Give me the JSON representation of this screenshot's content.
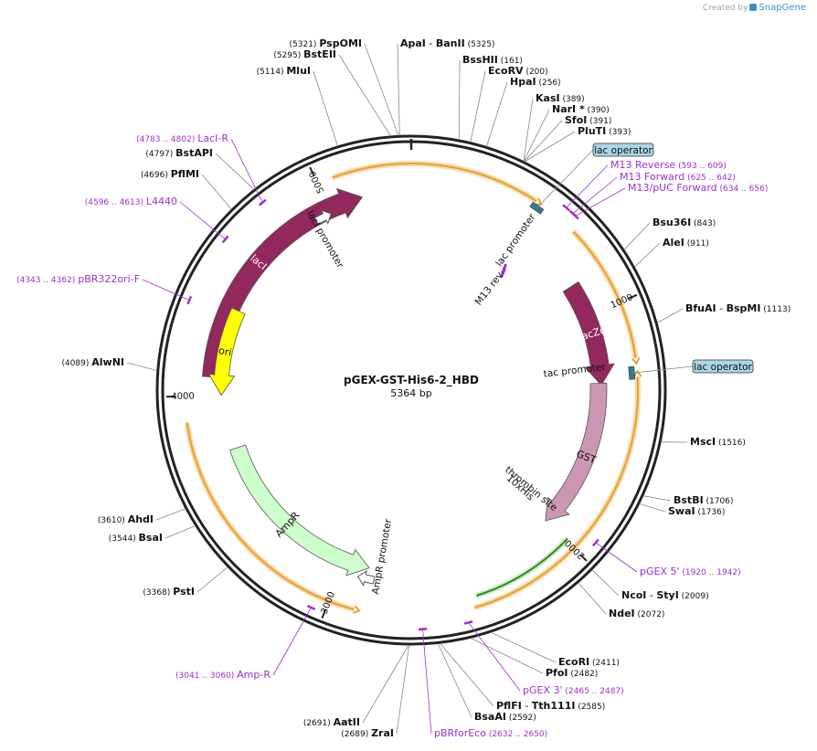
{
  "plasmid": {
    "name": "pGEX-GST-His6-2_HBD",
    "length_label": "5364 bp",
    "total_bp": 5364
  },
  "watermark": {
    "created_by": "Created by",
    "brand": "SnapGene"
  },
  "colors": {
    "backbone": "#222222",
    "lacI": "#93285e",
    "lacZa": "#93285e",
    "gst": "#cc97b3",
    "amp": "#ccffcc",
    "ori": "#ffff00",
    "primer": "#9b30d0",
    "feature_text": "#9b30d0",
    "orange": "#e8a030",
    "green": "#2c8c1e",
    "lac_operator_fill": "#a9d6e5"
  },
  "ticks": [
    {
      "bp": 1000,
      "label": "1000"
    },
    {
      "bp": 2000,
      "label": "2000"
    },
    {
      "bp": 3000,
      "label": "3000"
    },
    {
      "bp": 4000,
      "label": "4000"
    },
    {
      "bp": 5000,
      "label": "5000"
    }
  ],
  "features": [
    {
      "name": "lacI",
      "start": 4079,
      "end": 5152,
      "dir": 1,
      "color": "#93285e",
      "label": "lacI"
    },
    {
      "name": "lacZa",
      "start": 850,
      "end": 1320,
      "dir": 1,
      "color": "#93285e",
      "label": "lacZα"
    },
    {
      "name": "GST",
      "start": 1310,
      "end": 2000,
      "dir": 1,
      "color": "#cc97b3",
      "label": "GST"
    },
    {
      "name": "AmpR",
      "start": 2880,
      "end": 3750,
      "dir": -1,
      "color": "#ccffcc",
      "label": "AmpR"
    },
    {
      "name": "ori",
      "start": 4000,
      "end": 4390,
      "dir": -1,
      "color": "#ffff00",
      "label": "ori"
    }
  ],
  "inner_labels": [
    {
      "text": "lacI promoter",
      "bp": 4920
    },
    {
      "text": "lac promoter",
      "bp": 520
    },
    {
      "text": "M13 rev",
      "bp": 560
    },
    {
      "text": "tac promoter",
      "bp": 1240
    },
    {
      "text": "thrombin site",
      "bp": 1930
    },
    {
      "text": "10xHis",
      "bp": 1965
    },
    {
      "text": "AmpR promoter",
      "bp": 2830
    }
  ],
  "enzymes": [
    {
      "name": "PspOMI",
      "pos": "(5321)",
      "bp": 5321
    },
    {
      "name": "BstEII",
      "pos": "(5295)",
      "bp": 5295
    },
    {
      "name": "MluI",
      "pos": "(5114)",
      "bp": 5114
    },
    {
      "name": "ApaI",
      "name2": "BanII",
      "pos": "(5325)",
      "bp": 5325
    },
    {
      "name": "BssHII",
      "pos": "(161)",
      "bp": 161
    },
    {
      "name": "EcoRV",
      "pos": "(200)",
      "bp": 200
    },
    {
      "name": "HpaI",
      "pos": "(256)",
      "bp": 256
    },
    {
      "name": "KasI",
      "pos": "(389)",
      "bp": 389
    },
    {
      "name": "NarI *",
      "pos": "(390)",
      "bp": 390
    },
    {
      "name": "SfoI",
      "pos": "(391)",
      "bp": 391
    },
    {
      "name": "PluTI",
      "pos": "(393)",
      "bp": 393
    },
    {
      "name": "Bsu36I",
      "pos": "(843)",
      "bp": 843
    },
    {
      "name": "AleI",
      "pos": "(911)",
      "bp": 911
    },
    {
      "name": "BfuAI",
      "name2": "BspMI",
      "pos": "(1113)",
      "bp": 1113
    },
    {
      "name": "MscI",
      "pos": "(1516)",
      "bp": 1516
    },
    {
      "name": "BstBI",
      "pos": "(1706)",
      "bp": 1706
    },
    {
      "name": "SwaI",
      "pos": "(1736)",
      "bp": 1736
    },
    {
      "name": "NcoI",
      "name2": "StyI",
      "pos": "(2009)",
      "bp": 2009
    },
    {
      "name": "NdeI",
      "pos": "(2072)",
      "bp": 2072
    },
    {
      "name": "EcoRI",
      "pos": "(2411)",
      "bp": 2411
    },
    {
      "name": "PfoI",
      "pos": "(2482)",
      "bp": 2482
    },
    {
      "name": "PflFI",
      "name2": "Tth111I",
      "pos": "(2585)",
      "bp": 2585
    },
    {
      "name": "BsaAI",
      "pos": "(2592)",
      "bp": 2592
    },
    {
      "name": "AatII",
      "pos": "(2691)",
      "bp": 2691
    },
    {
      "name": "ZraI",
      "pos": "(2689)",
      "bp": 2689
    },
    {
      "name": "PstI",
      "pos": "(3368)",
      "bp": 3368
    },
    {
      "name": "BsaI",
      "pos": "(3544)",
      "bp": 3544
    },
    {
      "name": "AhdI",
      "pos": "(3610)",
      "bp": 3610
    },
    {
      "name": "AlwNI",
      "pos": "(4089)",
      "bp": 4089
    },
    {
      "name": "PflMI",
      "pos": "(4696)",
      "bp": 4696
    },
    {
      "name": "BstAPI",
      "pos": "(4797)",
      "bp": 4797
    }
  ],
  "primers": [
    {
      "name": "LacI-R",
      "range": "(4783 .. 4802)",
      "bp": 4792
    },
    {
      "name": "L4440",
      "range": "(4596 .. 4613)",
      "bp": 4605
    },
    {
      "name": "pBR322ori-F",
      "range": "(4343 .. 4362)",
      "bp": 4352
    },
    {
      "name": "M13 Reverse",
      "range": "(593 .. 609)",
      "bp": 601
    },
    {
      "name": "M13 Forward",
      "range": "(625 .. 642)",
      "bp": 633
    },
    {
      "name": "M13/pUC Forward",
      "range": "(634 .. 656)",
      "bp": 645
    },
    {
      "name": "pGEX 5'",
      "range": "(1920 .. 1942)",
      "bp": 1931
    },
    {
      "name": "pGEX 3'",
      "range": "(2465 .. 2487)",
      "bp": 2476
    },
    {
      "name": "pBRforEco",
      "range": "(2632 .. 2650)",
      "bp": 2641
    },
    {
      "name": "Amp-R",
      "range": "(3041 .. 3060)",
      "bp": 3050
    }
  ],
  "lac_operators": [
    {
      "label": "lac operator",
      "bp": 515
    },
    {
      "label": "lac operator",
      "bp": 1275
    }
  ]
}
